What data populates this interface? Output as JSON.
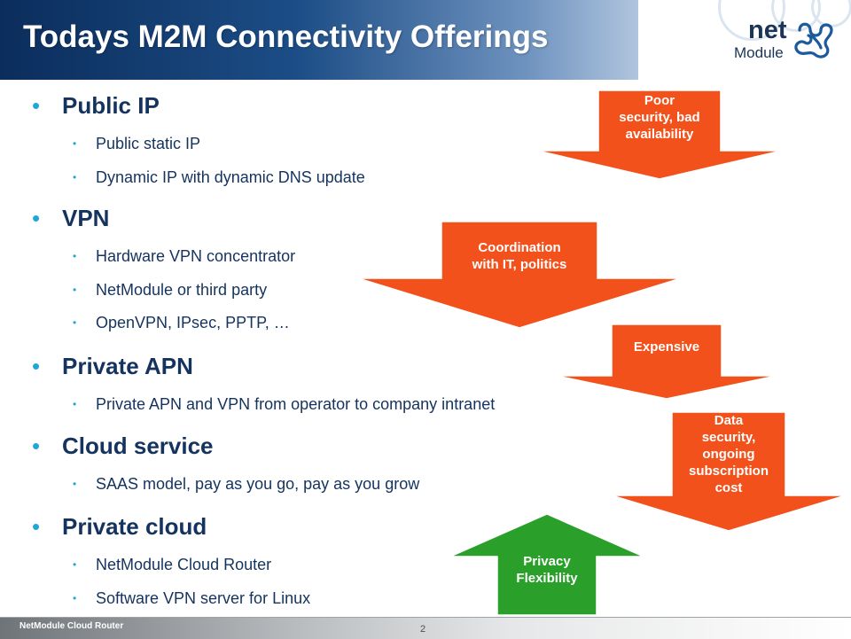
{
  "header": {
    "title": "Todays M2M Connectivity Offerings",
    "logo_net": "net",
    "logo_module": "Module"
  },
  "bullet_glyph": "•",
  "sections": [
    {
      "label": "Public IP",
      "items": [
        "Public static IP",
        "Dynamic IP with dynamic DNS update"
      ]
    },
    {
      "label": "VPN",
      "items": [
        "Hardware VPN concentrator",
        "NetModule or third party",
        "OpenVPN, IPsec, PPTP, …"
      ]
    },
    {
      "label": "Private APN",
      "items": [
        "Private APN and VPN from operator to company intranet"
      ]
    },
    {
      "label": "Cloud service",
      "items": [
        "SAAS model, pay as you go, pay as you grow"
      ]
    },
    {
      "label": "Private cloud",
      "items": [
        "NetModule Cloud Router",
        "Software VPN server for Linux"
      ]
    }
  ],
  "arrows": [
    {
      "lines": [
        "Poor",
        "security, bad",
        "availability"
      ],
      "direction": "down",
      "color": "#f2511b"
    },
    {
      "lines": [
        "Coordination",
        "with IT, politics"
      ],
      "direction": "down",
      "color": "#f2511b"
    },
    {
      "lines": [
        "Expensive"
      ],
      "direction": "down",
      "color": "#f2511b"
    },
    {
      "lines": [
        "Data",
        "security,",
        "ongoing",
        "subscription",
        "cost"
      ],
      "direction": "down",
      "color": "#f2511b"
    },
    {
      "lines": [
        "Privacy",
        "Flexibility"
      ],
      "direction": "up",
      "color": "#2aa02a"
    }
  ],
  "footer": {
    "label": "NetModule Cloud Router",
    "page_number": "2"
  },
  "colors": {
    "title_text": "#ffffff",
    "body_text": "#14335e",
    "bullet": "#22a7d4",
    "arrow_red": "#f2511b",
    "arrow_green": "#2aa02a"
  }
}
